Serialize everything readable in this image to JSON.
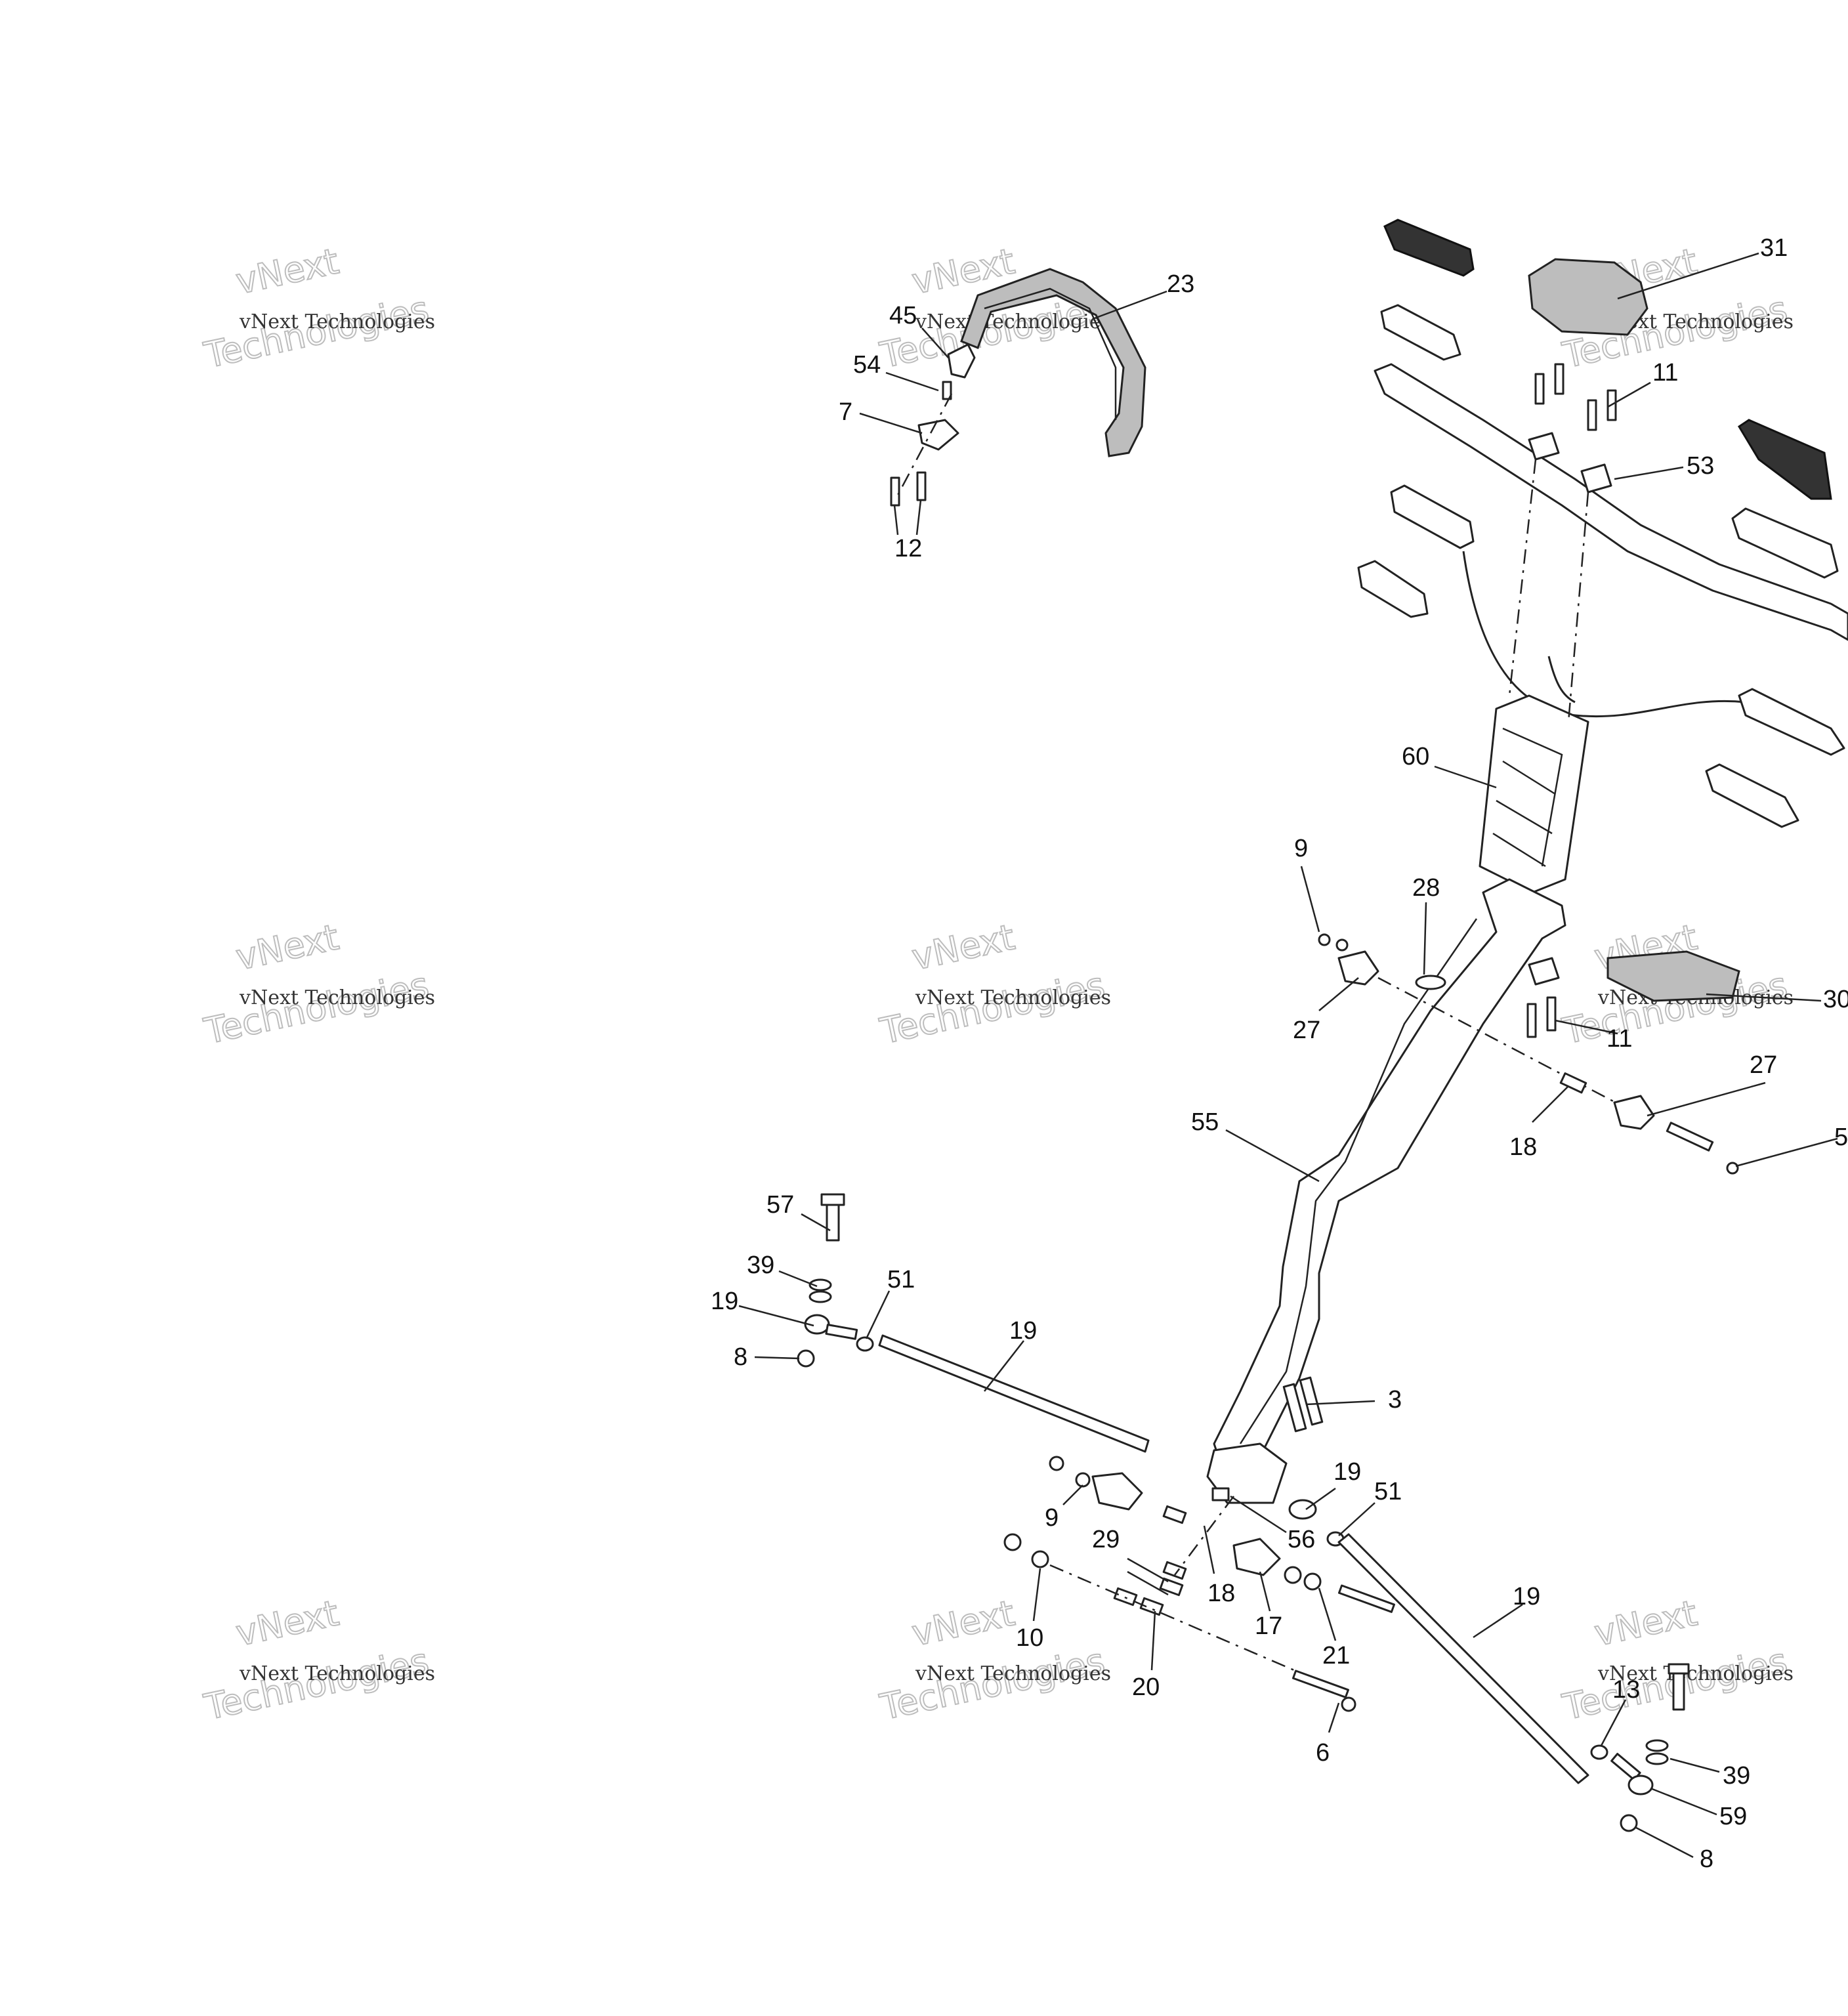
{
  "watermark": {
    "line_top": "vNext",
    "line_mid": "vNext Technologies",
    "line_big": "Technologies"
  },
  "callouts": {
    "c31": "31",
    "c23": "23",
    "c45": "45",
    "c54": "54",
    "c7": "7",
    "c12": "12",
    "c11a": "11",
    "c53": "53",
    "c60": "60",
    "c9a": "9",
    "c28": "28",
    "c27a": "27",
    "c11b": "11",
    "c30": "30",
    "c27b": "27",
    "c18a": "18",
    "c5": "5",
    "c55": "55",
    "c57": "57",
    "c39a": "39",
    "c51a": "51",
    "c19a": "19",
    "c19b": "19",
    "c8a": "8",
    "c3": "3",
    "c19c": "19",
    "c51b": "51",
    "c9b": "9",
    "c56": "56",
    "c29": "29",
    "c18b": "18",
    "c17": "17",
    "c10": "10",
    "c21": "21",
    "c19d": "19",
    "c20": "20",
    "c6": "6",
    "c13": "13",
    "c39b": "39",
    "c59": "59",
    "c8b": "8"
  }
}
